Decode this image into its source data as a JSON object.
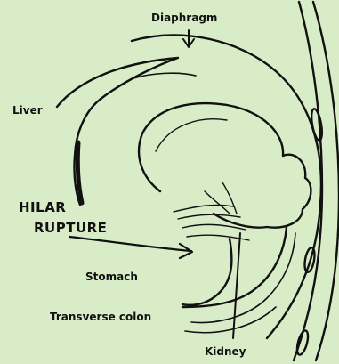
{
  "figure": {
    "background": "#d9ecc8",
    "ink": "#111111",
    "labels": {
      "diaphragm": "Diaphragm",
      "liver": "Liver",
      "hilar": "HILAR",
      "rupture": "RUPTURE",
      "stomach": "Stomach",
      "transverse_colon": "Transverse colon",
      "kidney": "Kidney"
    }
  }
}
